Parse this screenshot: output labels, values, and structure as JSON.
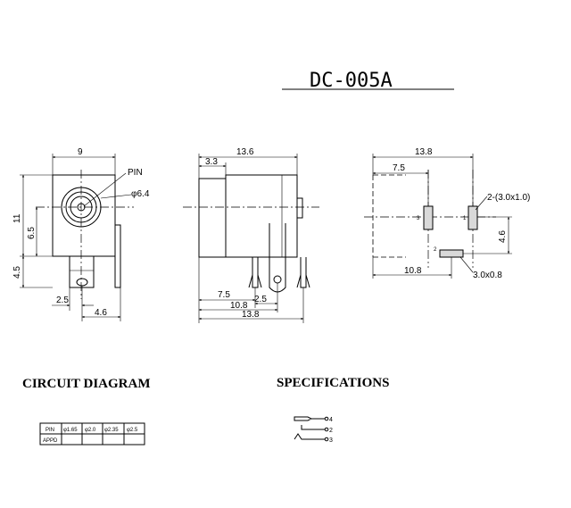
{
  "title": "DC-005A",
  "front_view": {
    "dim_width": "9",
    "dim_height": "11",
    "dim_lower_center": "6.5",
    "dim_bottom": "4.5",
    "dim_pin_offset": "2.5",
    "dim_pin_span": "4.6",
    "label_pin": "PIN",
    "label_bore": "φ6.4"
  },
  "side_view": {
    "dim_length": "13.6",
    "dim_front": "3.3",
    "dim_7_5": "7.5",
    "dim_2_5": "2.5",
    "dim_10_8": "10.8",
    "dim_13_8": "13.8"
  },
  "pcb_layout": {
    "dim_13_8": "13.8",
    "dim_7_5": "7.5",
    "dim_10_8": "10.8",
    "dim_4_6": "4.6",
    "label_slots": "2-(3.0x1.0)",
    "label_slot_single": "3.0x0.8",
    "pin_3": "3",
    "pin_1": "1",
    "pin_2": "2"
  },
  "circuit_diagram": {
    "heading": "CIRCUIT DIAGRAM",
    "table": {
      "row_header": [
        "PIN",
        "APPD"
      ],
      "columns": [
        "φ1.65",
        "φ2.0",
        "φ2.35",
        "φ2.5"
      ]
    }
  },
  "specifications": {
    "heading": "SPECIFICATIONS",
    "terminals": [
      "4",
      "2",
      "3"
    ]
  }
}
